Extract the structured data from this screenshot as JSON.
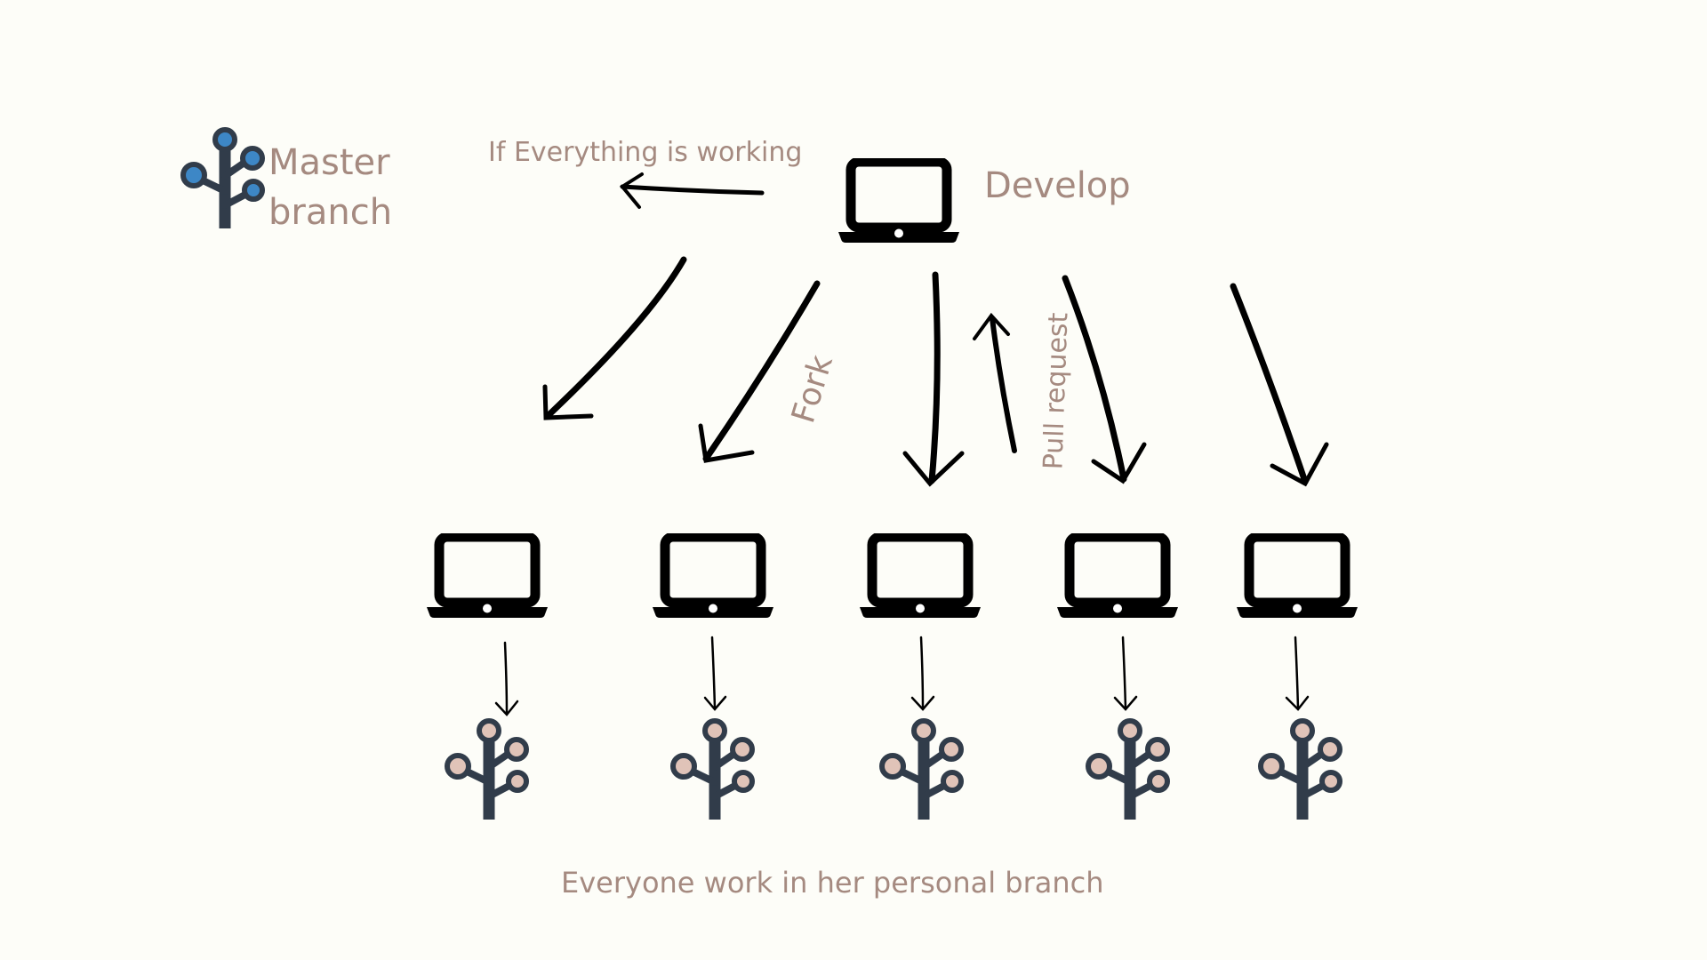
{
  "diagram": {
    "master_label": "Master branch",
    "master_label_line1": "Master",
    "master_label_line2": "branch",
    "develop_label": "Develop",
    "merge_label": "If Everything is working",
    "fork_label": "Fork",
    "pull_request_label": "Pull request",
    "footer_label": "Everyone work in her personal branch",
    "colors": {
      "background": "#fdfdf8",
      "label_text": "#a58a80",
      "icon_dark": "#313c4a",
      "master_node": "#3d87c6",
      "personal_node": "#e0c3b8",
      "laptop": "#000000",
      "arrow": "#000000"
    },
    "icons": {
      "master": "branch-tree-icon",
      "develop": "laptop-icon",
      "personal_machine": "laptop-icon",
      "personal_branch": "branch-tree-icon"
    },
    "developer_count": 5
  }
}
